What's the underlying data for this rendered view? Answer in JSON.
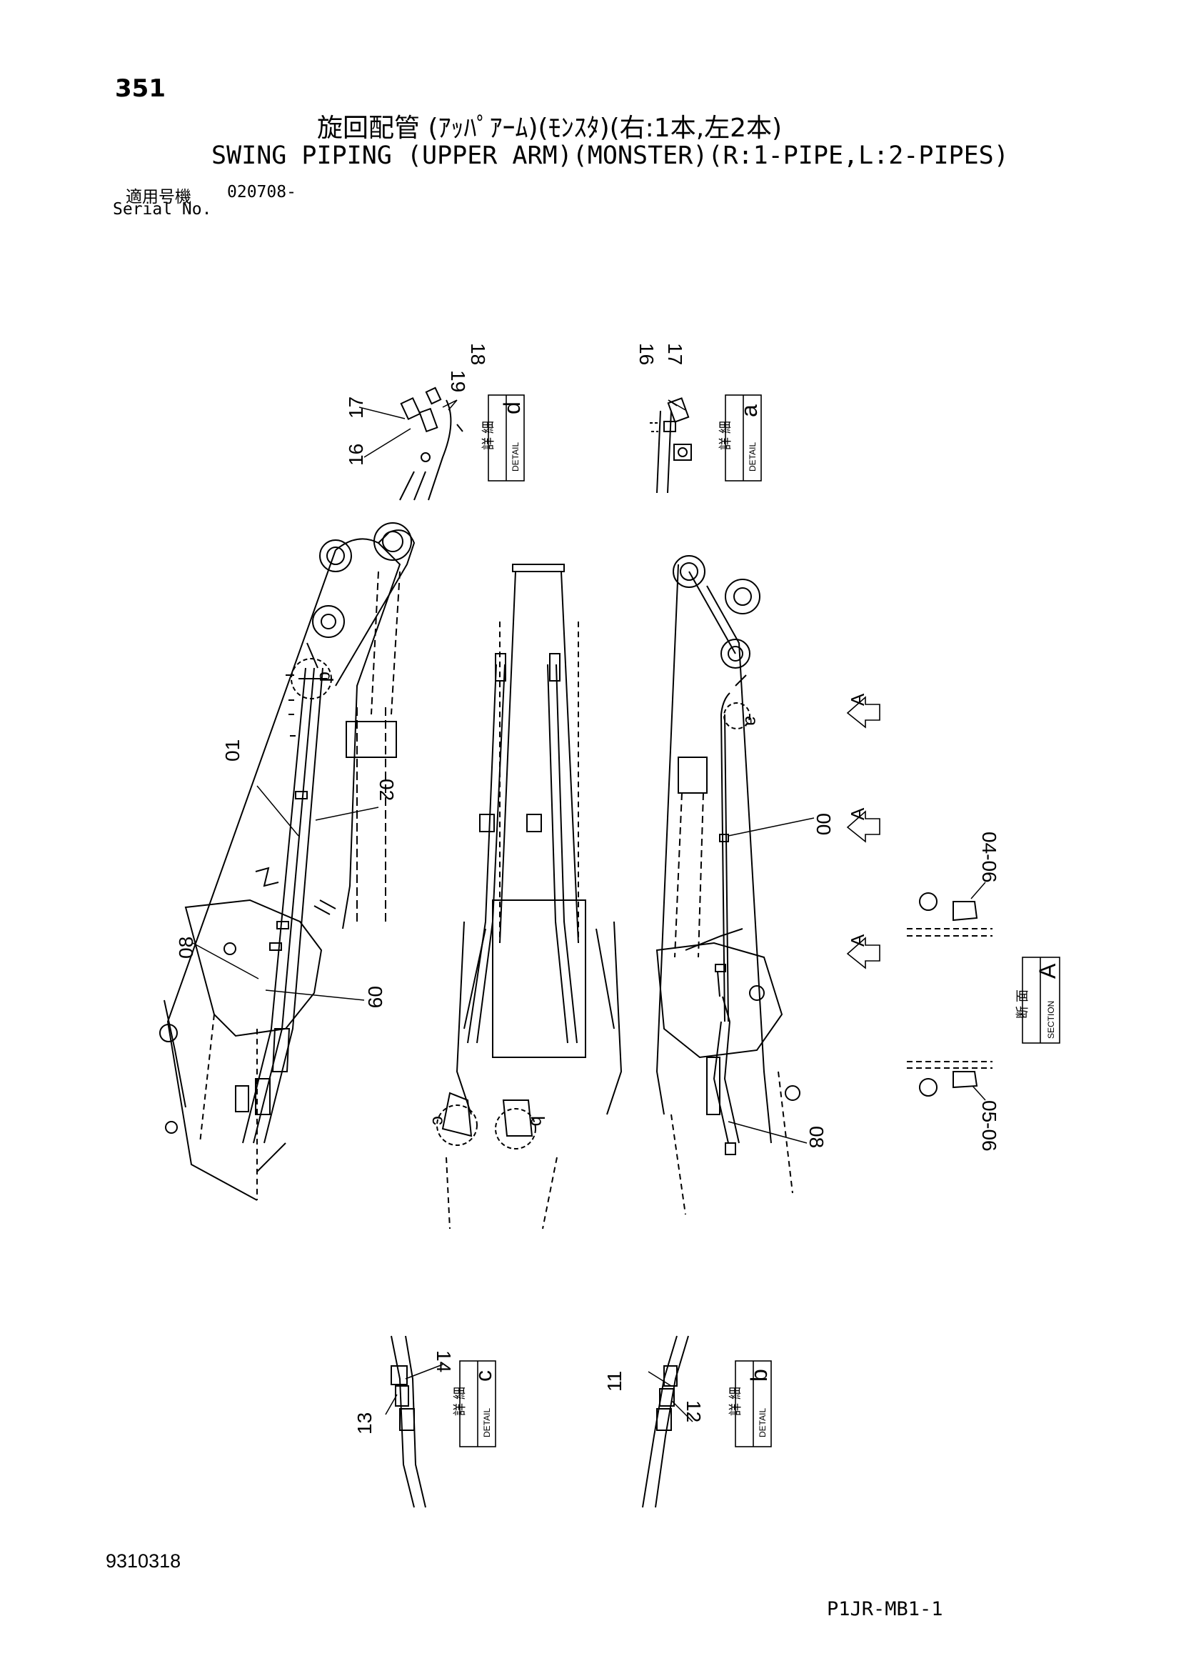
{
  "header": {
    "page_number": "351",
    "title_jp": "旋回配管 (ｱｯﾊﾟｱｰﾑ)(ﾓﾝｽﾀ)(右:1本,左2本)",
    "title_en": "SWING PIPING (UPPER ARM)(MONSTER)(R:1-PIPE,L:2-PIPES)",
    "serial_label_jp": "適用号機",
    "serial_value": "020708-",
    "serial_label_en": "Serial No."
  },
  "footer": {
    "drawing_id": "9310318",
    "sheet_code": "P1JR-MB1-1"
  },
  "callouts": {
    "c00": "00",
    "c01": "01",
    "c02": "02",
    "c04_06": "04-06",
    "c05_06": "05-06",
    "c08a": "08",
    "c08b": "08",
    "c09": "09",
    "c11": "11",
    "c12": "12",
    "c13": "13",
    "c14": "14",
    "c16a": "16",
    "c16b": "16",
    "c17a": "17",
    "c17b": "17",
    "c18": "18",
    "c19": "19"
  },
  "detail_markers": {
    "a": "a",
    "b": "b",
    "c": "c",
    "d": "d"
  },
  "view_arrows": {
    "A1": "A",
    "A2": "A",
    "A3": "A"
  },
  "detail_boxes": {
    "d": {
      "jp": "詳 細",
      "en": "DETAIL",
      "letter": "d"
    },
    "a": {
      "jp": "詳 細",
      "en": "DETAIL",
      "letter": "a"
    },
    "c": {
      "jp": "詳 細",
      "en": "DETAIL",
      "letter": "c"
    },
    "b": {
      "jp": "詳 細",
      "en": "DETAIL",
      "letter": "b"
    }
  },
  "section_box": {
    "jp": "断 面",
    "en": "SECTION",
    "letter": "A"
  }
}
